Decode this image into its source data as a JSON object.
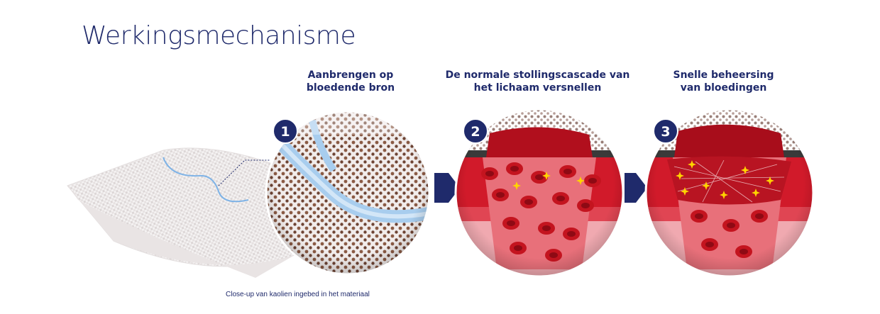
{
  "page": {
    "title": "Werkingsmechanisme",
    "caption": "Close-up van kaolien ingebed in het materiaal"
  },
  "steps": [
    {
      "number": "1",
      "label_line1": "Aanbrengen op",
      "label_line2": "bloedende bron"
    },
    {
      "number": "2",
      "label_line1": "De normale stollingscascade van",
      "label_line2": "het lichaam versnellen"
    },
    {
      "number": "3",
      "label_line1": "Snelle beheersing",
      "label_line2": "van bloedingen"
    }
  ],
  "colors": {
    "navy": "#1f2a6b",
    "blood": "#c8102e",
    "tissue": "#e8868f",
    "kaolin": "#8a5a44",
    "fiber": "#a8cdee",
    "clot_star": "#ffd400"
  },
  "icons": {
    "gauze": "gauze-pad-illustration",
    "arrow": "chevron-right-arrow",
    "particles": "kaolin-particles",
    "cells": "red-blood-cells",
    "star": "activation-star"
  }
}
